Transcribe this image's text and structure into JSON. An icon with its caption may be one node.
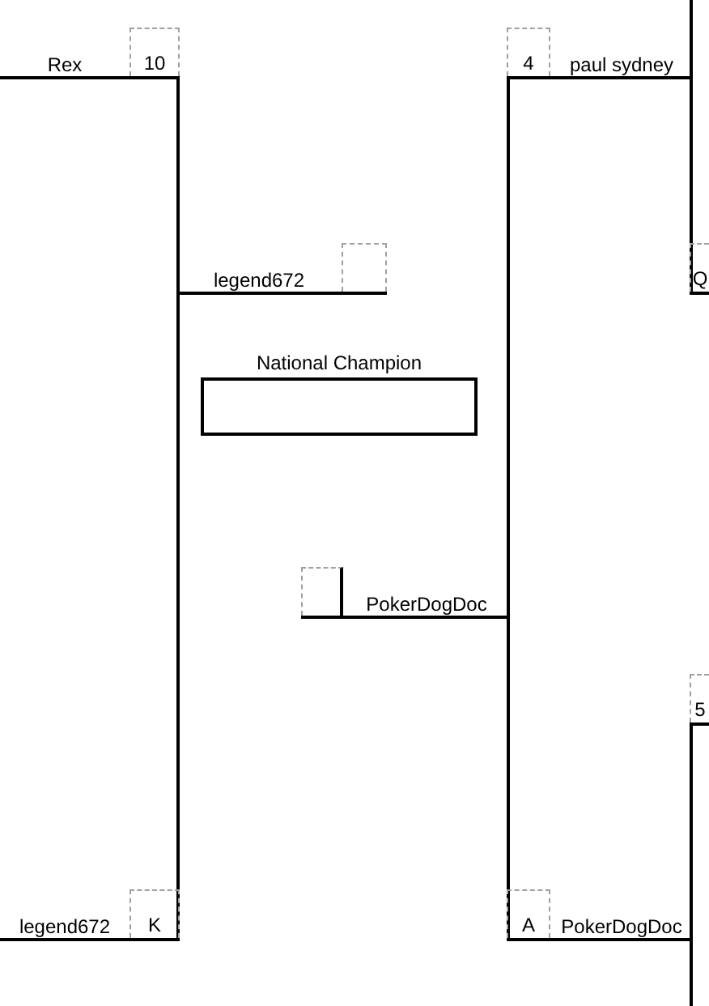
{
  "diagram": {
    "nodes": [
      {
        "text": [
          "Rex",
          "10"
        ]
      },
      {
        "text": [
          "legend672",
          "K"
        ]
      },
      {
        "text": [
          "legend672"
        ]
      },
      {
        "text": [
          "National Champion"
        ]
      },
      {
        "text": [
          "PokerDogDoc"
        ]
      },
      {
        "text": [
          "4",
          "paul sydney"
        ]
      },
      {
        "text": [
          "A",
          "PokerDogDoc"
        ]
      },
      {
        "text": [
          "Q"
        ]
      },
      {
        "text": [
          "5"
        ]
      }
    ],
    "edges": [
      {
        "from": 0,
        "to": 2,
        "arrow": "none"
      },
      {
        "from": 1,
        "to": 2,
        "arrow": "none"
      },
      {
        "from": 5,
        "to": 4,
        "arrow": "none"
      },
      {
        "from": 6,
        "to": 4,
        "arrow": "none"
      },
      {
        "from": 7,
        "to": 5,
        "arrow": "none"
      },
      {
        "from": null,
        "to": 5,
        "arrow": "none"
      },
      {
        "from": 8,
        "to": 6,
        "arrow": "none"
      },
      {
        "from": null,
        "to": 6,
        "arrow": "none"
      }
    ]
  }
}
